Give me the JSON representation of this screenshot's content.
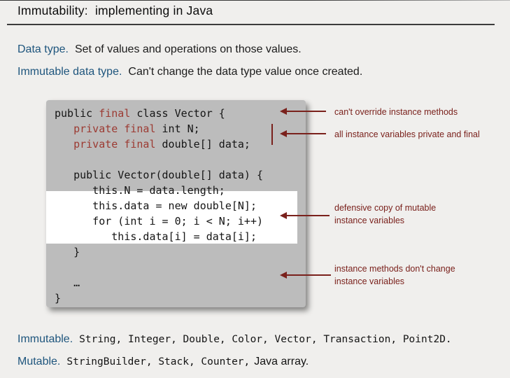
{
  "header": {
    "title": "Immutability:  implementing in Java"
  },
  "intro": [
    {
      "lead": "Data type.",
      "text": "Set of values and operations on those values."
    },
    {
      "lead": "Immutable data type.",
      "text": "Can't change the data type value once created."
    }
  ],
  "code": {
    "lines": [
      [
        {
          "t": "public ",
          "k": false
        },
        {
          "t": "final",
          "k": true
        },
        {
          "t": " class Vector {",
          "k": false
        }
      ],
      [
        {
          "t": "   ",
          "k": false
        },
        {
          "t": "private final",
          "k": true
        },
        {
          "t": " int N;",
          "k": false
        }
      ],
      [
        {
          "t": "   ",
          "k": false
        },
        {
          "t": "private final",
          "k": true
        },
        {
          "t": " double[] data;",
          "k": false
        }
      ],
      [
        {
          "t": "",
          "k": false
        }
      ],
      [
        {
          "t": "   public Vector(double[] data) {",
          "k": false
        }
      ],
      [
        {
          "t": "      this.N = data.length;",
          "k": false
        }
      ],
      [
        {
          "t": "      this.data = new double[N];",
          "k": false
        }
      ],
      [
        {
          "t": "      for (int i = 0; i < N; i++)",
          "k": false
        }
      ],
      [
        {
          "t": "         this.data[i] = data[i];",
          "k": false
        }
      ],
      [
        {
          "t": "   }",
          "k": false
        }
      ],
      [
        {
          "t": "",
          "k": false
        }
      ],
      [
        {
          "t": "   …",
          "k": false
        }
      ],
      [
        {
          "t": "}",
          "k": false
        }
      ]
    ]
  },
  "annotations": [
    {
      "lines": [
        "can't override instance methods"
      ]
    },
    {
      "lines": [
        "all instance variables private and final"
      ]
    },
    {
      "lines": [
        "defensive copy of mutable",
        "instance variables"
      ]
    },
    {
      "lines": [
        "instance methods don't change",
        "instance variables"
      ]
    }
  ],
  "footer": [
    {
      "lead": "Immutable.",
      "mono": "String, Integer, Double, Color, Vector, Transaction, Point2D.",
      "plain": ""
    },
    {
      "lead": "Mutable.",
      "mono": "StringBuilder, Stack, Counter,",
      "plain": "Java array."
    }
  ],
  "colors": {
    "background": "#f0efed",
    "lead_blue": "#1e557d",
    "keyword_red": "#9c3a32",
    "annotation_red": "#7a211c",
    "code_box_gray": "#bcbcbc",
    "highlight_white": "#ffffff"
  }
}
